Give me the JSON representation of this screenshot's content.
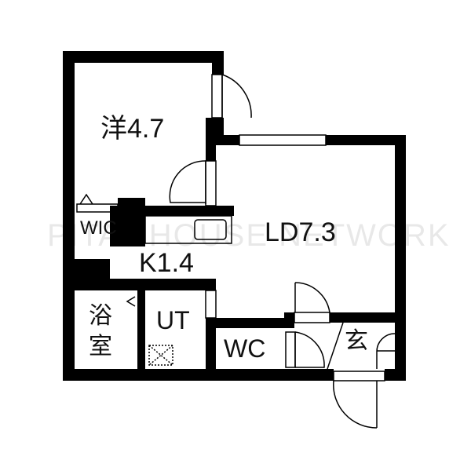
{
  "rooms": {
    "western": "洋4.7",
    "wic": "WIC",
    "ld": "LD7.3",
    "kitchen": "K1.4",
    "bath_line1": "浴",
    "bath_line2": "室",
    "utility": "UT",
    "wc": "WC",
    "entrance": "玄"
  },
  "watermark": "PITAT HOUSE NETWORK",
  "colors": {
    "wall": "#000000",
    "background": "#ffffff"
  }
}
